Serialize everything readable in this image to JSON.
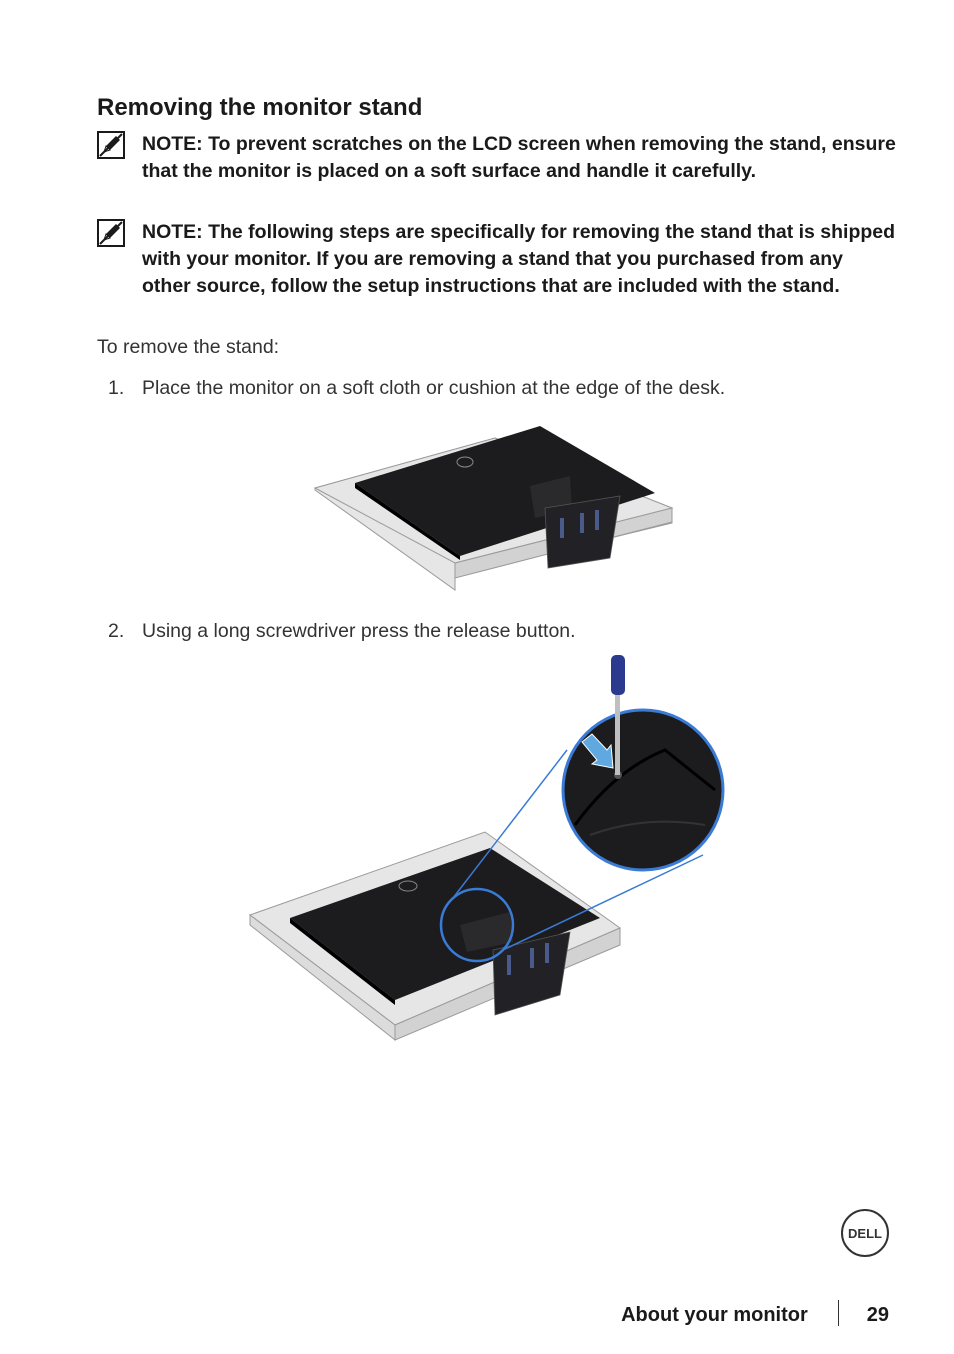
{
  "section": {
    "title": "Removing the monitor stand"
  },
  "notes": [
    {
      "text": "NOTE: To prevent scratches on the LCD screen when removing the stand, ensure that the monitor is placed on a soft surface and handle it carefully.",
      "icon": "pencil-note-icon"
    },
    {
      "text": "NOTE: The following steps are specifically for removing the stand that is shipped with your monitor. If you are removing a stand that you purchased from any other source, follow the setup instructions that are included with the stand.",
      "icon": "pencil-note-icon"
    }
  ],
  "intro": "To remove the stand:",
  "steps": [
    {
      "number": "1.",
      "text": "Place the monitor on a soft cloth or cushion at the edge of the desk."
    },
    {
      "number": "2.",
      "text": "Using a long screwdriver press the release button."
    }
  ],
  "logo": {
    "text": "DELL"
  },
  "footer": {
    "section": "About your monitor",
    "page": "29"
  },
  "colors": {
    "callout": "#3a7bd5",
    "screwdriver": "#2b3a8f",
    "arrow": "#5fa8e0",
    "monitor": "#1c1c1e",
    "cushion": "#e6e6e6"
  }
}
